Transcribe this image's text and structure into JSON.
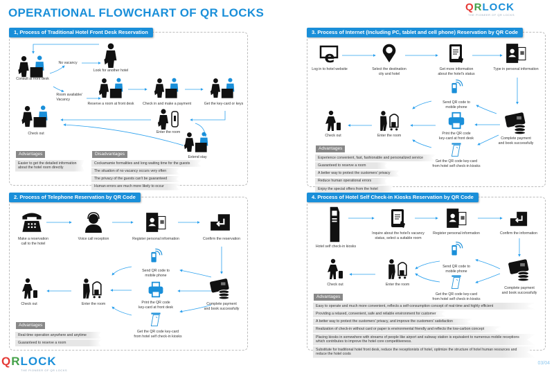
{
  "title": "OPERATIONAL FLOWCHART OF QR LOCKS",
  "brand": {
    "name": "QRLOCK",
    "tagline": "THE PIONEER OF QR LOCKS"
  },
  "page": "03/04",
  "colors": {
    "accent": "#1a8fd9",
    "tag": "#888888"
  },
  "s1": {
    "title": "1, Process of Traditional Hotel Front Desk Reservation",
    "nodes": {
      "consult": "Consult at front desk",
      "no_vacancy": "No vacancy",
      "look": "Look for another hotel",
      "vacancy": "Room available/\nVacancy",
      "reserve": "Reserve a room at front desk",
      "checkin": "Check in and make a payment",
      "getkey": "Get the key-card or keys",
      "enter": "Enter the room",
      "extend": "Extend stay",
      "checkout": "Check out"
    },
    "adv_label": "Advantages",
    "adv": [
      "Easier to get the detailed information\nabout the hotel room directly"
    ],
    "dis_label": "Disadvantages",
    "dis": [
      "Cockamamie formalities and long waiting time for the guests",
      "The situation of no vacancy occurs very often",
      "The privacy of the guests can't be guaranteed",
      "Human errors are much more likely to occur"
    ]
  },
  "s2": {
    "title": "2. Process of Telephone Reservation by QR Code",
    "nodes": {
      "call": "Make a reservation\ncall to the hotel",
      "voice": "Voice call reception",
      "register": "Register personal information",
      "confirm": "Confirm the reservation",
      "sendqr": "Send QR code to\nmobile phone",
      "print": "Print the QR code\nkey-card at front desk",
      "kiosk": "Get the QR code key-card\nfrom hotel self check-in kiosks",
      "payment": "Complete payment\nand book successfully",
      "enter": "Enter the room",
      "checkout": "Check out"
    },
    "adv_label": "Advantages",
    "adv": [
      "Real-time operation anywhere and anytime",
      "Guaranteed to reserve a room"
    ]
  },
  "s3": {
    "title": "3. Process of Internet (Including PC, tablet and cell phone) Reservation by QR Code",
    "nodes": {
      "login": "Log in to hotel website",
      "select": "Select the destination\ncity and hotel",
      "info": "Get more information\nabout the hotel's status",
      "type": "Type in personal information",
      "sendqr": "Send QR code to\nmobile phone",
      "print": "Print the QR code\nkey-card at front desk",
      "kiosk": "Get the QR code key-card\nfrom hotel self check-in kiosks",
      "payment": "Complete payment\nand book successfully",
      "enter": "Enter the room",
      "checkout": "Check out"
    },
    "adv_label": "Advantages",
    "adv": [
      "Experience convenient, fast, fashionable and personalized service",
      "Guaranteed to reserve a room",
      "A better way to protect the customers' privacy",
      "Reduce human operational errors",
      "Enjoy the special offers from the hotel"
    ]
  },
  "s4": {
    "title": "4. Process of Hotel Self Check-in Kiosks Reservation by QR Code",
    "nodes": {
      "kiosk_dev": "Hotel self check-in kiosks",
      "inquire": "Inquire about the hotel's vacancy\nstatus, select a suitable room",
      "register": "Register personal information",
      "confirm": "Confirm the information",
      "sendqr": "Send QR code to\nmobile phone",
      "kiosk": "Get the QR code key-card\nfrom hotel self check-in kiosks",
      "payment": "Complete payment\nand book successfully",
      "enter": "Enter the room",
      "checkout": "Check out"
    },
    "adv_label": "Advantages",
    "adv": [
      "Easy to operate and much more convenient, reflects a self-consumption concept of real-time and highly efficient",
      "Providing a relaxed, convenient, safe and reliable environment for customer",
      "A better way to protect the customers' privacy, and improve the customers' satisfaction",
      "Realization of check-in without card or paper is environmental friendly and reflects the low-carbon concept",
      "Placing kiosks in somewhere with streams of people like airport and subway station is equivalent to numerous mobile receptions\nwhich contributes to improve the hotel core competitiveness.",
      "Substitute for traditional hotel front desk, reduce the receptionists of hotel, optimize the structure of hotel human resources and\nreduce the hotel costs"
    ]
  }
}
